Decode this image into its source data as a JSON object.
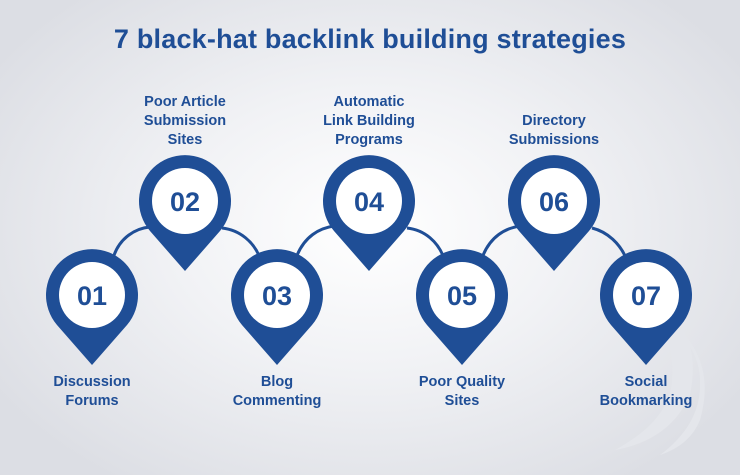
{
  "title": "7 black-hat backlink building strategies",
  "accent_color": "#1f4e96",
  "steps": [
    {
      "number": "01",
      "label_lines": [
        "Discussion",
        "Forums"
      ]
    },
    {
      "number": "02",
      "label_lines": [
        "Poor Article",
        "Submission",
        "Sites"
      ]
    },
    {
      "number": "03",
      "label_lines": [
        "Blog",
        "Commenting"
      ]
    },
    {
      "number": "04",
      "label_lines": [
        "Automatic",
        "Link Building",
        "Programs"
      ]
    },
    {
      "number": "05",
      "label_lines": [
        "Poor Quality",
        "Sites"
      ]
    },
    {
      "number": "06",
      "label_lines": [
        "Directory",
        "Submissions"
      ]
    },
    {
      "number": "07",
      "label_lines": [
        "Social",
        "Bookmarking"
      ]
    }
  ]
}
